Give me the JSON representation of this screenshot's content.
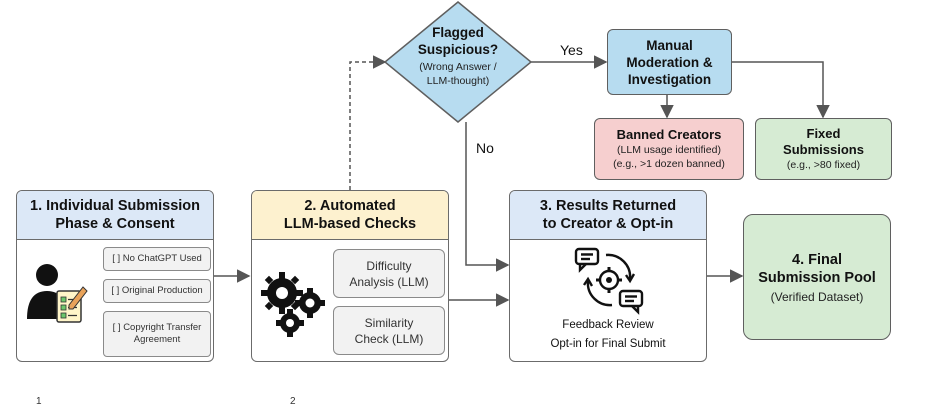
{
  "stage1": {
    "title": "1. Individual Submission\nPhase & Consent",
    "checks": [
      "[ ] No ChatGPT Used",
      "[ ] Original Production",
      "[ ] Copyright Transfer\nAgreement"
    ],
    "icon": "user-checklist-icon",
    "head_color": "#dce8f7"
  },
  "stage2": {
    "title": "2. Automated\nLLM-based Checks",
    "checks": [
      "Difficulty\nAnalysis (LLM)",
      "Similarity\nCheck (LLM)"
    ],
    "icon": "gears-icon",
    "head_color": "#fdf1cf"
  },
  "decision": {
    "title": "Flagged\nSuspicious?",
    "sub": "(Wrong Answer /\nLLM-thought)",
    "yes_label": "Yes",
    "no_label": "No",
    "color": "#b7dcf0"
  },
  "moderation": {
    "title": "Manual\nModeration &\nInvestigation",
    "color": "#b7dcf0"
  },
  "banned": {
    "title": "Banned Creators",
    "line1": "(LLM usage identified)",
    "line2": "(e.g., >1 dozen banned)",
    "color": "#f6cfcf"
  },
  "fixed": {
    "title": "Fixed\nSubmissions",
    "sub": "(e.g., >80 fixed)",
    "color": "#d6ebd3"
  },
  "stage3": {
    "title": "3. Results Returned\nto Creator & Opt-in",
    "line1": "Feedback Review",
    "line2": "Opt-in for Final Submit",
    "icon": "feedback-cycle-icon",
    "head_color": "#dce8f7"
  },
  "stage4": {
    "title": "4. Final\nSubmission Pool",
    "sub": "(Verified Dataset)",
    "color": "#d6ebd3"
  },
  "footer": {
    "note_1": "1",
    "note_2": "2"
  }
}
